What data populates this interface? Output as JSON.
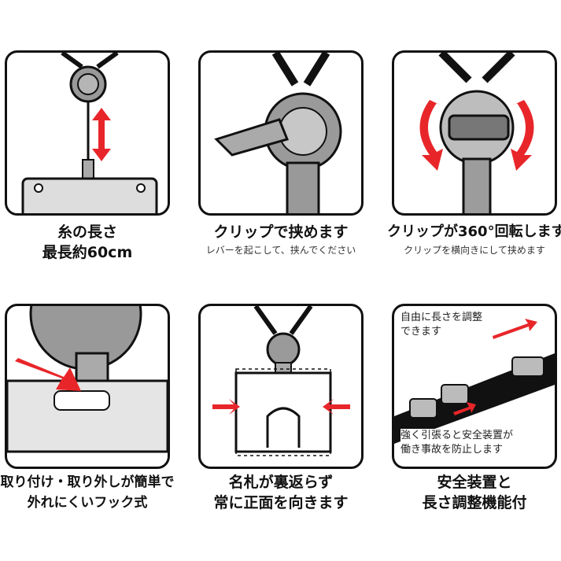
{
  "panels": [
    {
      "icon": "retractable-reel-icon",
      "title_lines": [
        "糸の長さ",
        "最長約60cm"
      ]
    },
    {
      "icon": "clip-lever-icon",
      "title": "クリップで挟めます",
      "subtitle": "レバーを起こして、挟んでください"
    },
    {
      "icon": "rotating-clip-icon",
      "title": "クリップが360°回転します",
      "subtitle": "クリップを横向きにして挟めます"
    },
    {
      "icon": "hook-attach-icon",
      "title_lines": [
        "取り付け・取り外しが簡単で",
        "外れにくいフック式"
      ]
    },
    {
      "icon": "flip-prevent-icon",
      "title_lines": [
        "名札が裏返らず",
        "常に正面を向きます"
      ]
    },
    {
      "icon": "safety-buckle-icon",
      "title_lines": [
        "安全装置と",
        "長さ調整機能付"
      ],
      "labels": {
        "top_lines": [
          "自由に長さを調整",
          "できます"
        ],
        "bottom_lines": [
          "強く引張ると安全装置が",
          "働き事故を防止します"
        ]
      }
    }
  ],
  "colors": {
    "accent": "#e8262a",
    "outline": "#111111",
    "part_gray": "#9a9a9a",
    "light_gray": "#d9d9d9"
  }
}
